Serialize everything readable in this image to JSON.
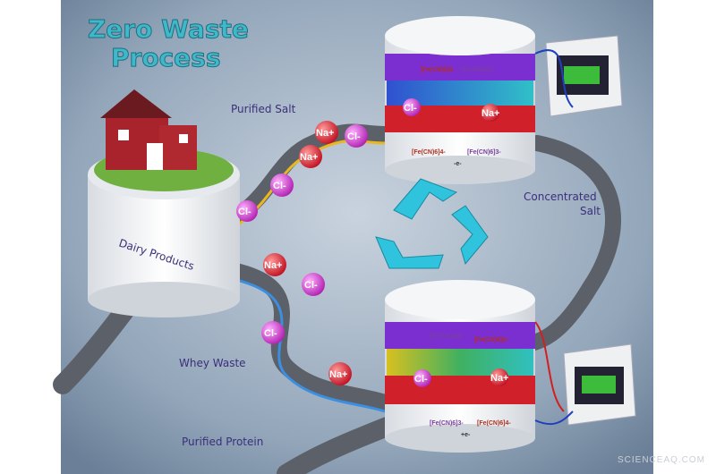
{
  "title": [
    "Zero Waste",
    "Process"
  ],
  "labels": {
    "purified_salt": "Purified Salt",
    "dairy_products": "Dairy Products",
    "concentrated_salt": "Concentrated Salt",
    "concentrated_salt_lines": [
      "Concentrated",
      "Salt"
    ],
    "whey_waste": "Whey Waste",
    "purified_protein": "Purified Protein"
  },
  "ions": {
    "sodium": "Na+",
    "chloride": "Cl-"
  },
  "chemistry": {
    "ferrocyanide": "[Fe(CN)6]4-",
    "ferricyanide": "[Fe(CN)6]3-",
    "oxidation": "-e-",
    "reduction": "+e-"
  },
  "watermark": "SCIENCEAQ.COM",
  "colors": {
    "background": "#8fa3b8",
    "membrane_purple": "#7b2fd1",
    "membrane_red": "#d0202a",
    "sodium_ion": "#e0303c",
    "chloride_ion": "#d93fd0",
    "recycle": "#2fc3dd",
    "battery": "#3dbb3a"
  },
  "icons": [
    "recycle-icon",
    "battery-icon",
    "barn-icon"
  ]
}
